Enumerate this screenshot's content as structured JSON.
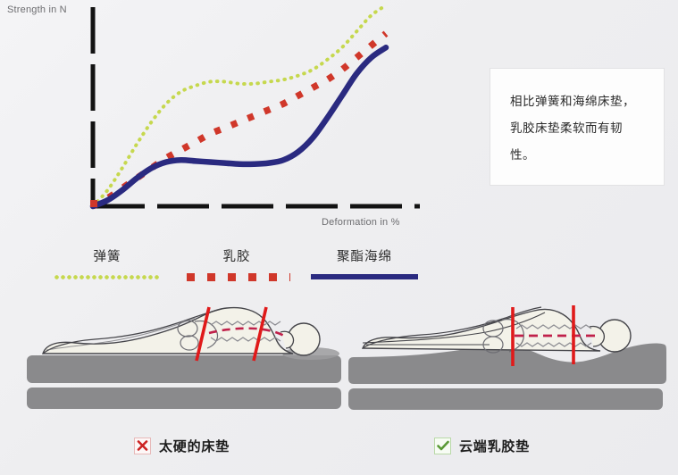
{
  "chart_data": {
    "type": "line",
    "title": "",
    "xlabel": "Deformation in %",
    "ylabel": "Strength in N",
    "xlim": [
      0,
      100
    ],
    "ylim": [
      0,
      100
    ],
    "grid": false,
    "legend_position": "below",
    "axis_style": "dashed",
    "series": [
      {
        "name": "弹簧",
        "style": "dotted",
        "color": "#c6d84e",
        "x": [
          0,
          5,
          10,
          15,
          20,
          25,
          30,
          35,
          40,
          45,
          50,
          55,
          60,
          65,
          70,
          75,
          80,
          85,
          90,
          95,
          100
        ],
        "y": [
          0,
          8,
          19,
          31,
          42,
          51,
          57,
          60,
          62,
          62,
          61,
          61,
          62,
          63,
          65,
          68,
          73,
          79,
          87,
          95,
          100
        ]
      },
      {
        "name": "乳胶",
        "style": "dashed",
        "color": "#d0372a",
        "x": [
          0,
          5,
          10,
          15,
          20,
          25,
          30,
          35,
          40,
          45,
          50,
          55,
          60,
          65,
          70,
          75,
          80,
          85,
          90,
          95,
          100
        ],
        "y": [
          0,
          4,
          9,
          14,
          19,
          24,
          28,
          32,
          36,
          39,
          42,
          45,
          48,
          51,
          55,
          59,
          63,
          68,
          74,
          80,
          86
        ]
      },
      {
        "name": "聚酯海绵",
        "style": "solid",
        "color": "#2a2a80",
        "x": [
          0,
          5,
          10,
          15,
          20,
          25,
          30,
          35,
          40,
          45,
          50,
          55,
          60,
          65,
          70,
          75,
          80,
          85,
          90,
          95,
          100
        ],
        "y": [
          0,
          3,
          8,
          14,
          19,
          22,
          23,
          22.5,
          22,
          21.5,
          21,
          21,
          21.5,
          23,
          27,
          34,
          44,
          55,
          66,
          74,
          79
        ]
      }
    ]
  },
  "chart": {
    "y_axis_label": "Strength in N",
    "x_axis_label": "Deformation in %"
  },
  "callout": {
    "text": "相比弹簧和海绵床垫，乳胶床垫柔软而有韧性。"
  },
  "legend": {
    "items": [
      {
        "label": "弹簧",
        "color": "#c6d84e",
        "style": "dotted"
      },
      {
        "label": "乳胶",
        "color": "#d0372a",
        "style": "dashed"
      },
      {
        "label": "聚酯海绵",
        "color": "#2a2a80",
        "style": "solid"
      }
    ]
  },
  "figures": {
    "left": {
      "caption": "太硬的床垫",
      "mark": "cross-icon",
      "mark_color": "#cc2222",
      "mattress_type": "flat-firm",
      "spine": "curved"
    },
    "right": {
      "caption": "云端乳胶垫",
      "mark": "check-icon",
      "mark_color": "#5a9a36",
      "mattress_type": "contoured",
      "spine": "straight"
    }
  },
  "colors": {
    "background": "#eeeef0",
    "mattress": "#8a8a8c",
    "body_fill": "#f3f2e9",
    "body_stroke": "#444448",
    "marker_line": "#e01a1a",
    "spine_dash": "#c0214a"
  }
}
